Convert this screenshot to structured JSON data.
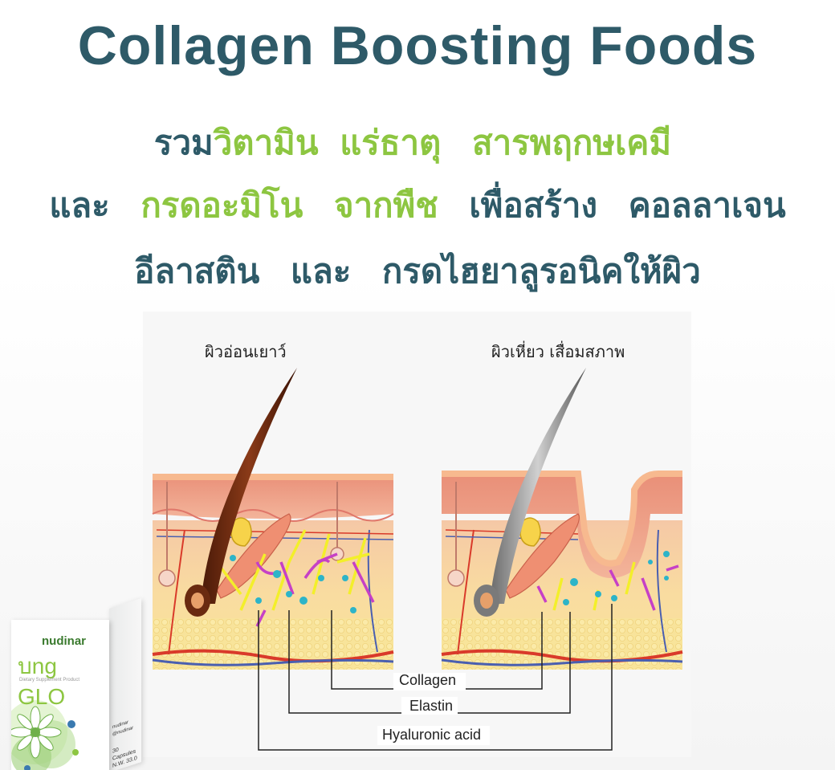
{
  "heading": {
    "title": "Collagen Boosting Foods",
    "line1": {
      "a": "รวม",
      "b": "วิตามิน",
      "c": "แร่ธาตุ",
      "d": "สารพฤกษเคมี"
    },
    "line2": {
      "a": "และ",
      "b": "กรดอะมิโน",
      "c": "จากพืช",
      "d": "เพื่อสร้าง",
      "e": "คอลลาเจน"
    },
    "line3": {
      "a": "อีลาสติน",
      "b": "และ",
      "c": "กรดไฮยาลูรอนิคให้ผิว"
    }
  },
  "diagram": {
    "young_skin_label": "ผิวอ่อนเยาว์",
    "aged_skin_label": "ผิวเหี่ยว เสื่อมสภาพ",
    "legend": {
      "collagen": "Collagen",
      "elastin": "Elastin",
      "hyaluronic": "Hyaluronic acid"
    }
  },
  "product": {
    "brand": "nudinar",
    "name": "บng GLO",
    "subtitle": "Dietary Supplement Product",
    "social_1": "nudinar",
    "social_2": "@nudinar",
    "capsules": "30 Capsules",
    "weight": "N.W. 33.0 g"
  },
  "colors": {
    "title": "#2e5a68",
    "accent_green": "#8dc641",
    "collagen_fiber": "#f3ef2a",
    "elastin_fiber": "#c640c6",
    "hyaluronic_dot": "#2db4c8"
  }
}
